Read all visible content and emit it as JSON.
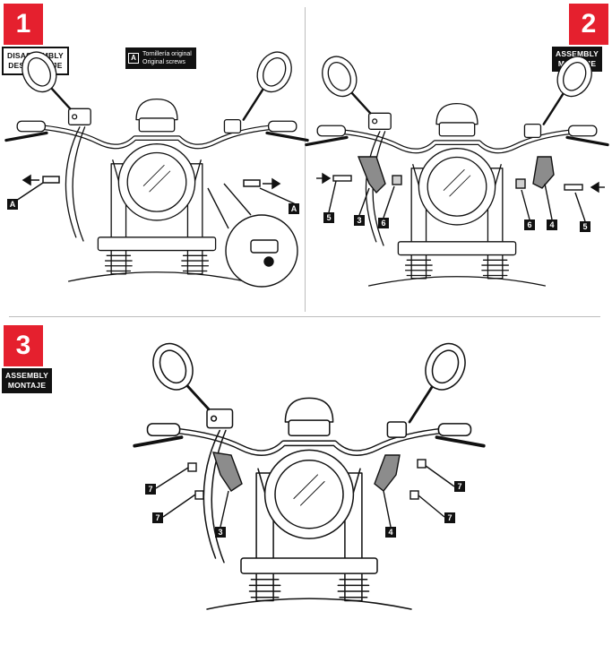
{
  "step1": {
    "number": "1",
    "tag_line1": "DISASSEMBLY",
    "tag_line2": "DESMONTAJE",
    "legend_letter": "A",
    "legend_line1": "Tornillería original",
    "legend_line2": "Original screws",
    "callouts": [
      "A",
      "A"
    ]
  },
  "step2": {
    "number": "2",
    "tag_line1": "ASSEMBLY",
    "tag_line2": "MONTAJE",
    "callouts": [
      "5",
      "3",
      "6",
      "6",
      "4",
      "5"
    ]
  },
  "step3": {
    "number": "3",
    "tag_line1": "ASSEMBLY",
    "tag_line2": "MONTAJE",
    "callouts": [
      "7",
      "7",
      "3",
      "7",
      "7",
      "4"
    ]
  },
  "colors": {
    "accent": "#e5202e",
    "ink": "#111111",
    "part_fill": "#8c8c8c"
  }
}
